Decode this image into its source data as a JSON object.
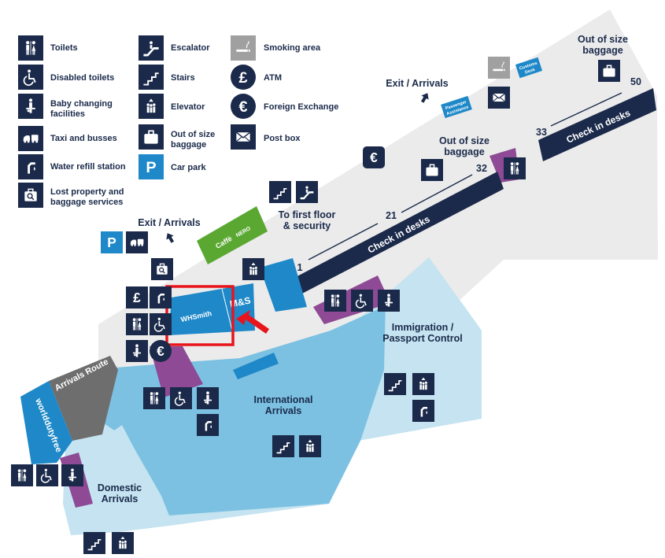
{
  "legend": {
    "toilets": "Toilets",
    "disabled_toilets": "Disabled toilets",
    "baby_changing_1": "Baby changing",
    "baby_changing_2": "facilities",
    "taxi": "Taxi and busses",
    "water": "Water refill station",
    "lost_1": "Lost property and",
    "lost_2": "baggage services",
    "escalator": "Escalator",
    "stairs": "Stairs",
    "elevator": "Elevator",
    "oos_1": "Out of size",
    "oos_2": "baggage",
    "car_park": "Car park",
    "smoking": "Smoking area",
    "atm": "ATM",
    "fx": "Foreign Exchange",
    "post": "Post box"
  },
  "map": {
    "exit_top": "Exit / Arrivals",
    "exit_left": "Exit / Arrivals",
    "oos_top_1": "Out of size",
    "oos_top_2": "baggage",
    "oos_mid_1": "Out of size",
    "oos_mid_2": "baggage",
    "first_floor_1": "To first floor",
    "first_floor_2": "& security",
    "immigration_1": "Immigration /",
    "immigration_2": "Passport Control",
    "intl_1": "International",
    "intl_2": "Arrivals",
    "domestic_1": "Domestic",
    "domestic_2": "Arrivals",
    "arrivals_route": "Arrivals Route",
    "world_duty_free": "worlddutyfree",
    "check_in_top": "Check in desks",
    "check_in_main": "Check in desks",
    "desk_50": "50",
    "desk_33": "33",
    "desk_32": "32",
    "desk_21": "21",
    "desk_1": "1",
    "passenger_1": "Passenger",
    "passenger_2": "Assistance",
    "customs_1": "Customs",
    "customs_2": "Desk",
    "caffe": "Caffè",
    "caffe_2": "NERO",
    "whsmith": "WHSmith",
    "ms": "M&S",
    "car_park_symbol": "P",
    "atm_symbol": "£",
    "fx_symbol": "€"
  },
  "colors": {
    "navy": "#1b2a4a",
    "floor_grey": "#ebebeb",
    "light_blue": "#c5e3f0",
    "mid_blue": "#7cc1e2",
    "shop_blue": "#1e88c8",
    "purple": "#8e4a94",
    "green": "#5aa832",
    "highlight_red": "#e8141c"
  }
}
